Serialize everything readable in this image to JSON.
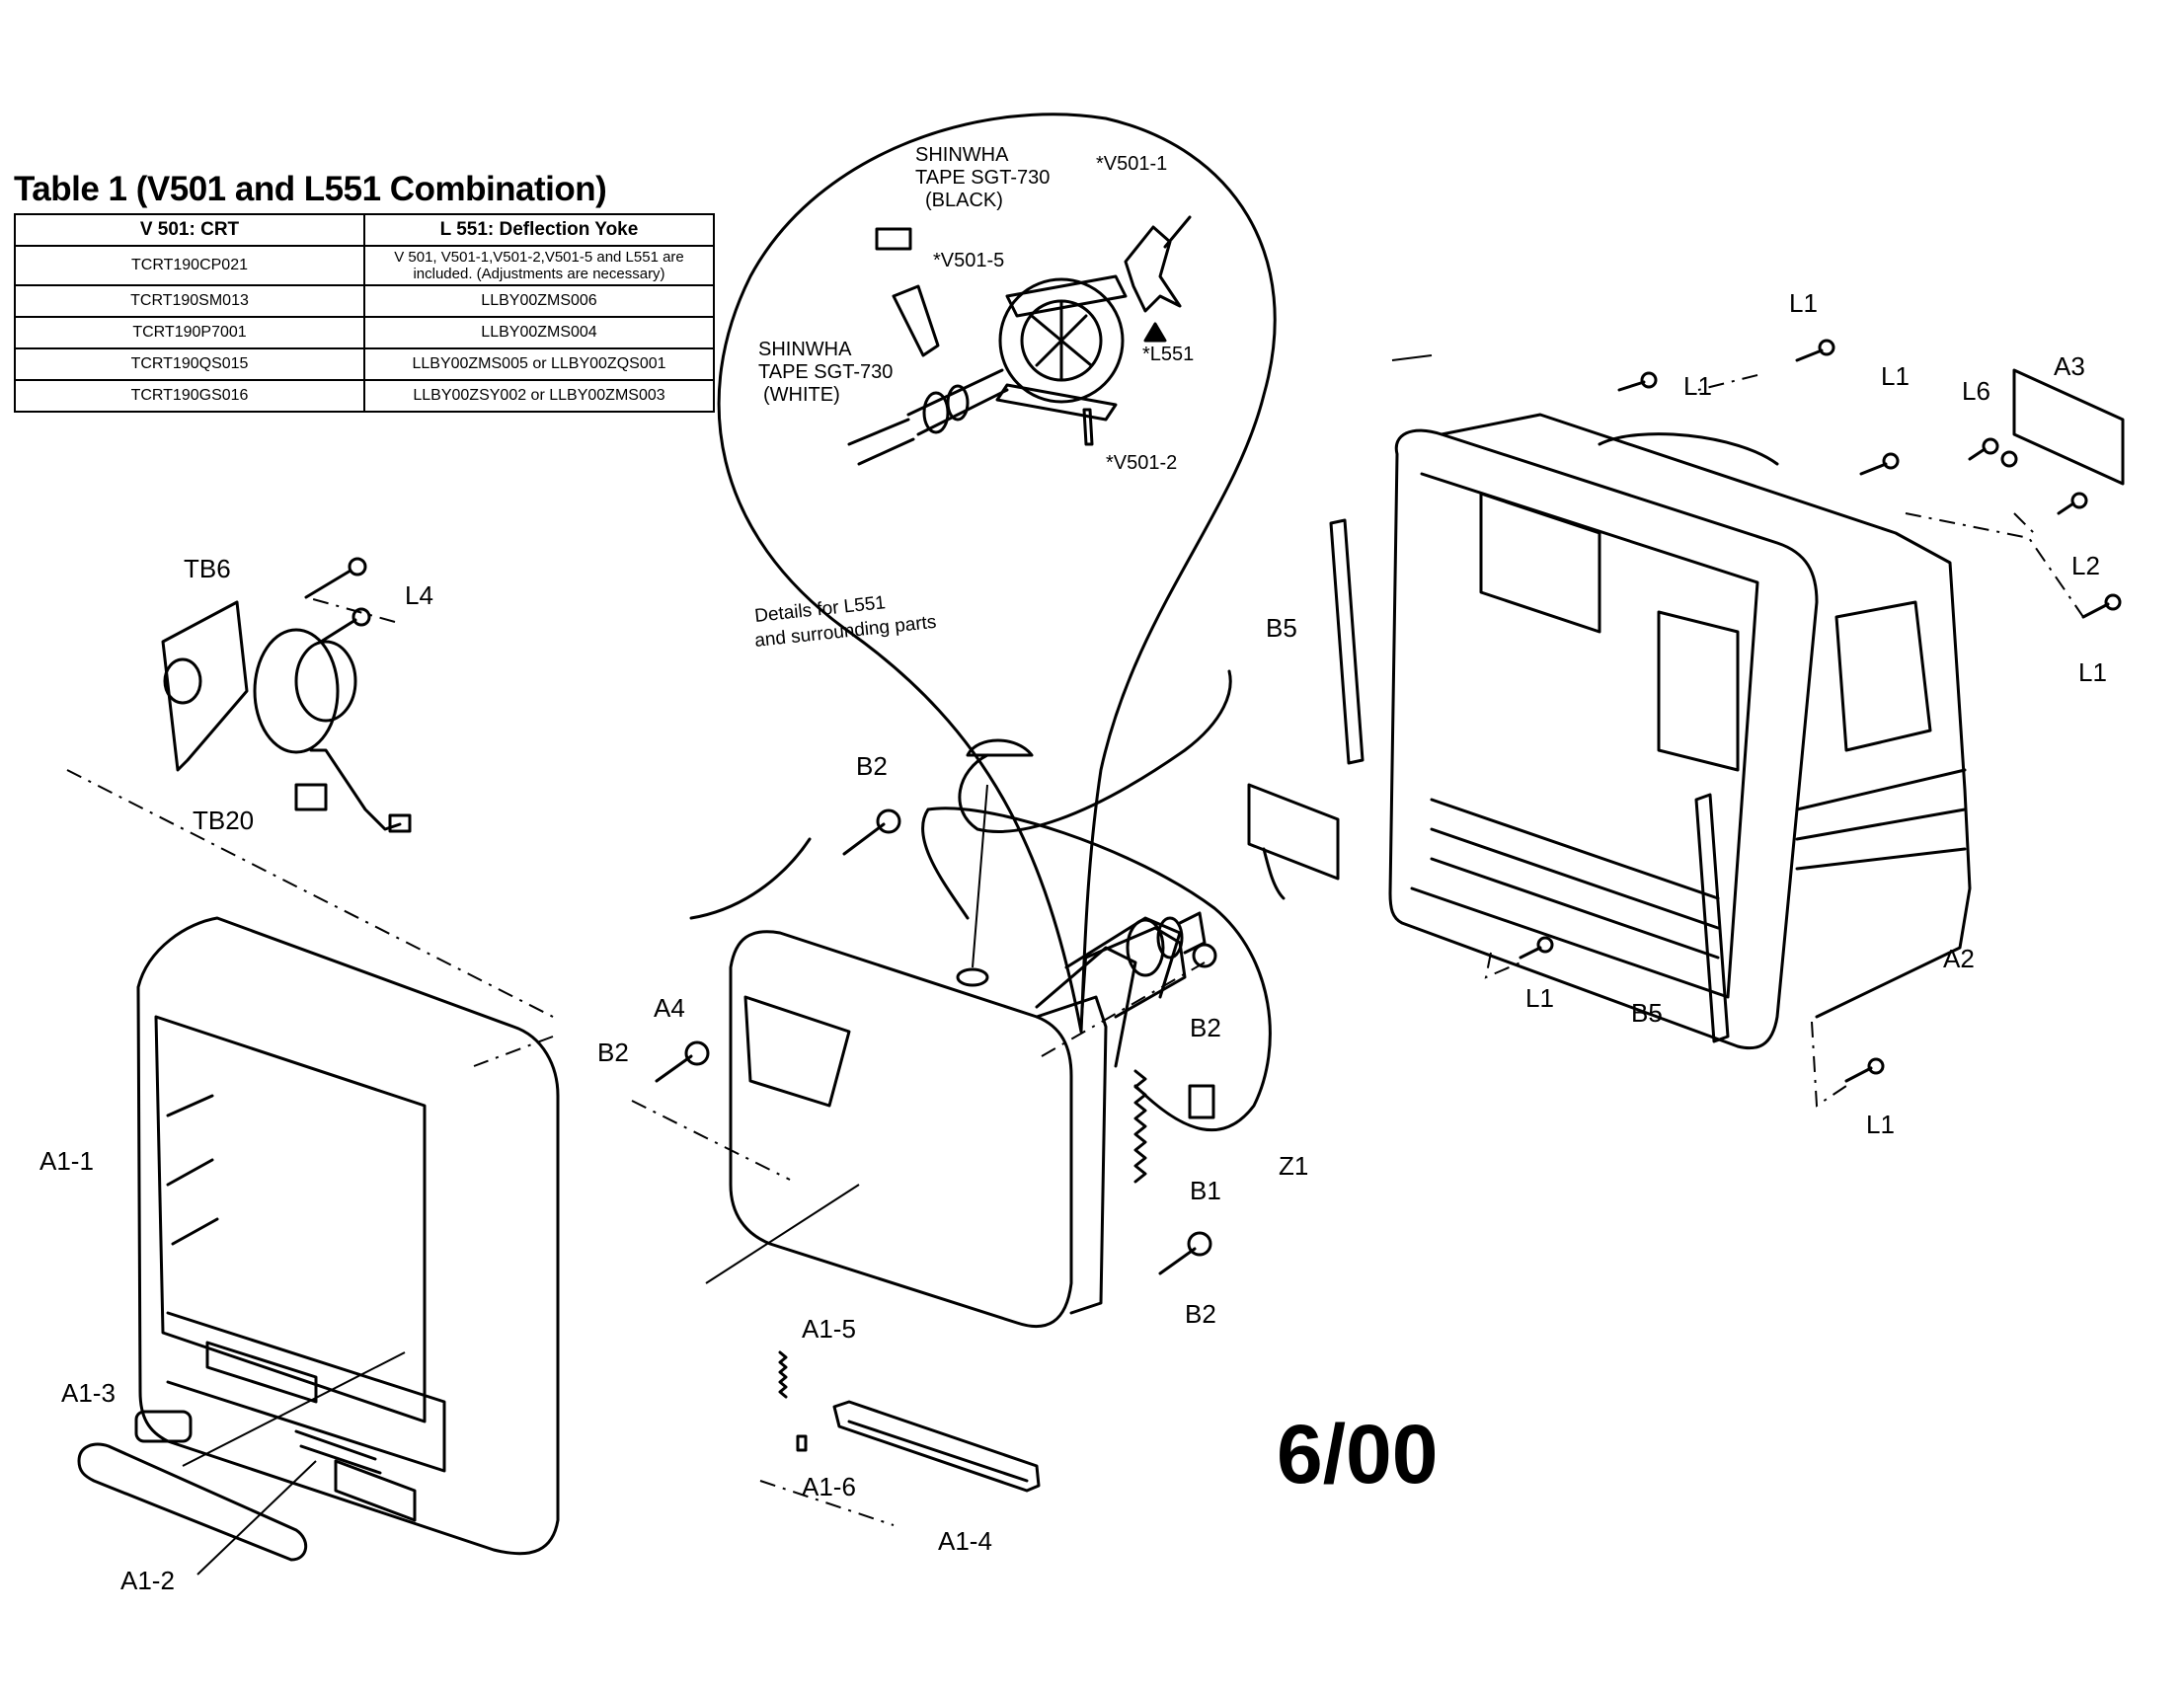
{
  "table": {
    "title": "Table 1 (V501 and L551 Combination)",
    "headers": [
      "V 501: CRT",
      "L 551: Deflection Yoke"
    ],
    "rows": [
      [
        "TCRT190CP021",
        "V 501, V501-1,V501-2,V501-5 and L551 are included. (Adjustments are necessary)"
      ],
      [
        "TCRT190SM013",
        "LLBY00ZMS006"
      ],
      [
        "TCRT190P7001",
        "LLBY00ZMS004"
      ],
      [
        "TCRT190QS015",
        "LLBY00ZMS005 or LLBY00ZQS001"
      ],
      [
        "TCRT190GS016",
        "LLBY00ZSY002 or LLBY00ZMS003"
      ]
    ]
  },
  "detail_bubble": {
    "caption_line1": "Details for L551",
    "caption_line2": "and surrounding parts",
    "tape_black": [
      "SHINWHA",
      "TAPE SGT-730",
      "(BLACK)"
    ],
    "tape_white": [
      "SHINWHA",
      "TAPE SGT-730",
      "(WHITE)"
    ],
    "v501_1": "*V501-1",
    "v501_5": "*V501-5",
    "v501_2": "*V501-2",
    "l551": "*L551"
  },
  "labels": {
    "tb6": "TB6",
    "l4": "L4",
    "tb20": "TB20",
    "b2": "B2",
    "a4": "A4",
    "a1_1": "A1-1",
    "a1_3": "A1-3",
    "a1_2": "A1-2",
    "a1_5": "A1-5",
    "a1_6": "A1-6",
    "a1_4": "A1-4",
    "b1": "B1",
    "z1": "Z1",
    "b5": "B5",
    "l1": "L1",
    "l6": "L6",
    "l2": "L2",
    "a3": "A3",
    "a2": "A2"
  },
  "date_stamp": "6/00"
}
